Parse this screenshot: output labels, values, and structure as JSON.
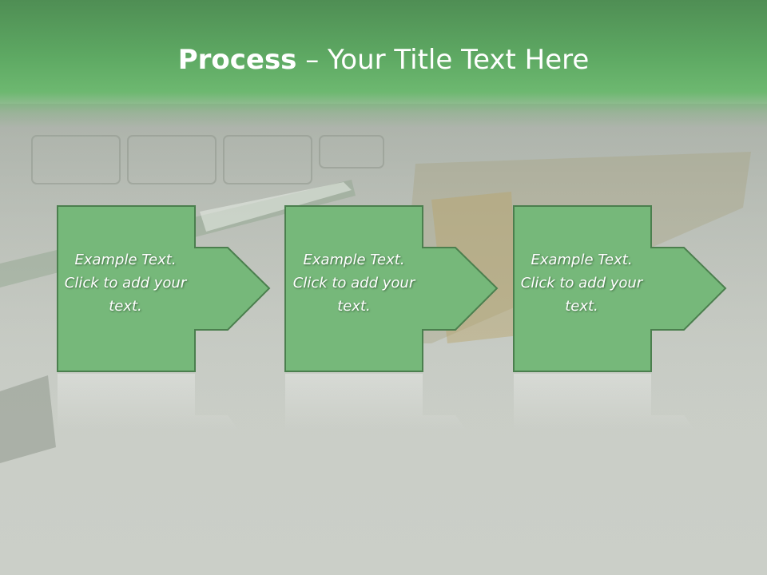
{
  "header": {
    "title_bold": "Process",
    "title_rest": " – Your Title Text Here"
  },
  "steps": [
    {
      "text": "Example Text. Click  to add your text."
    },
    {
      "text": "Example Text. Click  to add your text."
    },
    {
      "text": "Example Text. Click  to add your text."
    }
  ],
  "colors": {
    "box_fill": "#76b87a",
    "box_border": "#4b7f4e",
    "header_green": "#5ea963"
  }
}
